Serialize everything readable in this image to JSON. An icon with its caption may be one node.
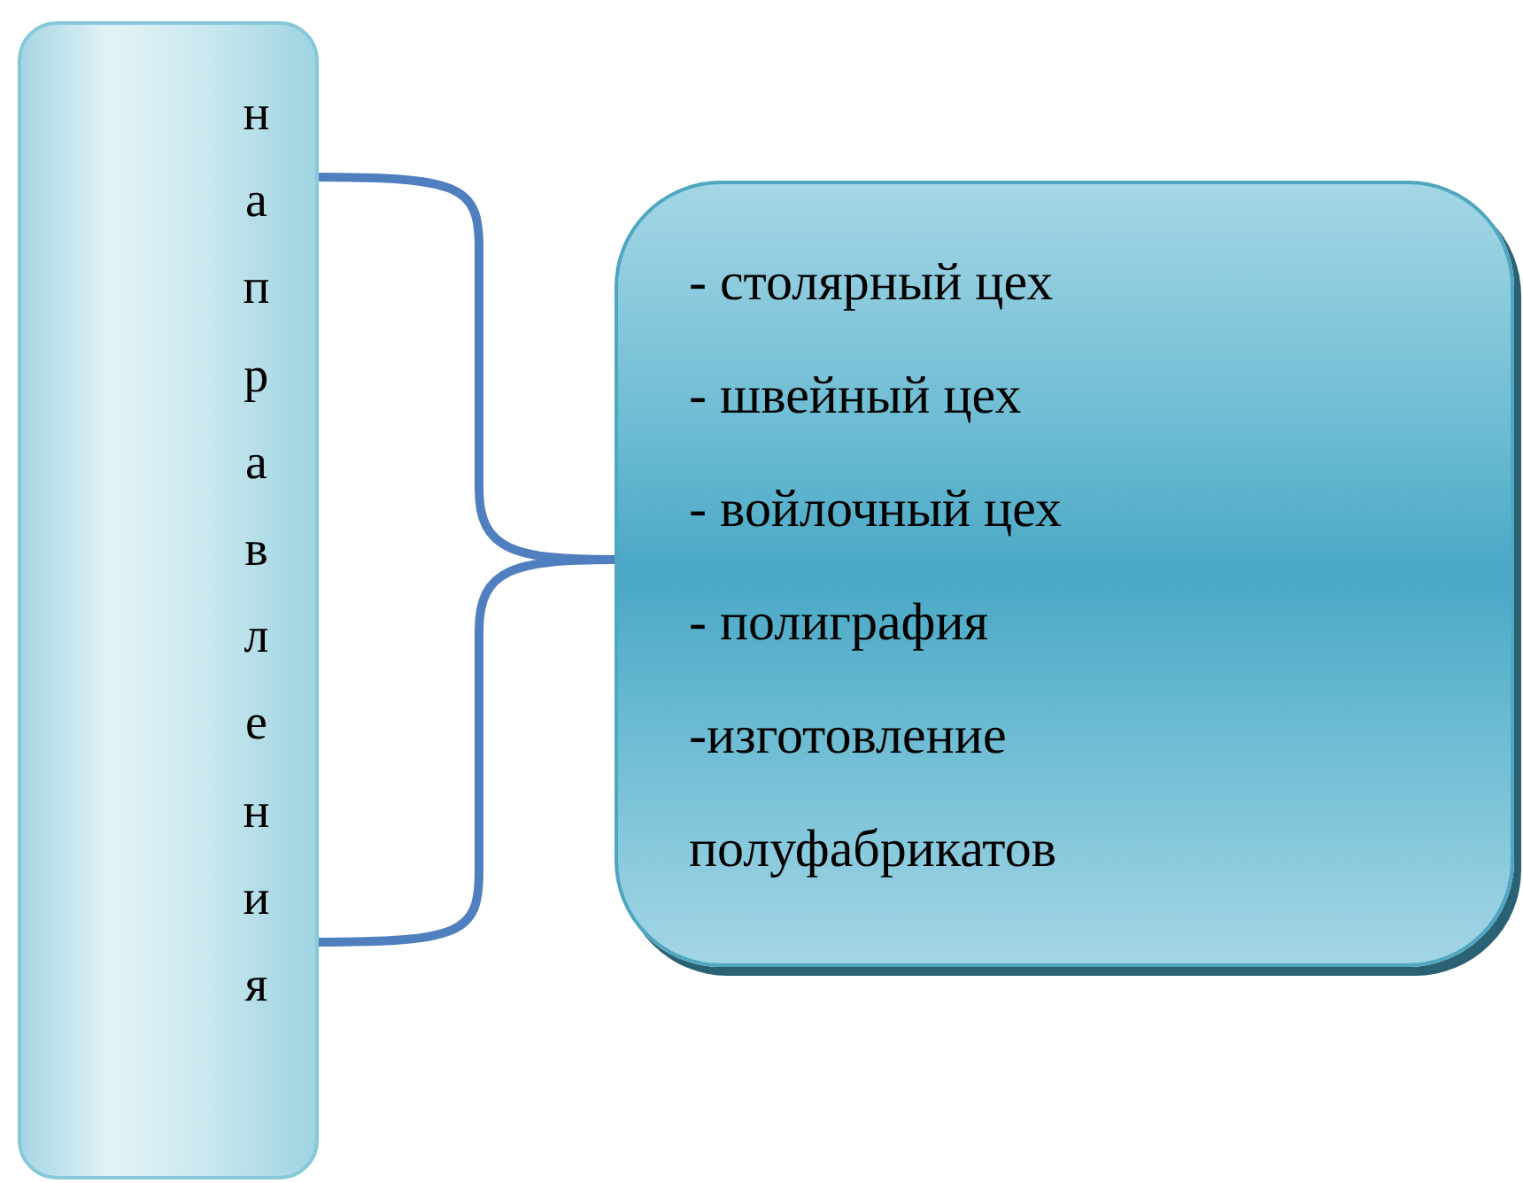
{
  "diagram": {
    "nodes": [
      {
        "text": [
          "направления"
        ]
      },
      {
        "text": [
          "- столярный цех",
          "- швейный цех",
          "- войлочный цех",
          "- полиграфия",
          "-изготовление полуфабрикатов"
        ]
      }
    ],
    "edges": [
      {
        "from": 0,
        "to": 1,
        "arrow": "none"
      }
    ]
  }
}
